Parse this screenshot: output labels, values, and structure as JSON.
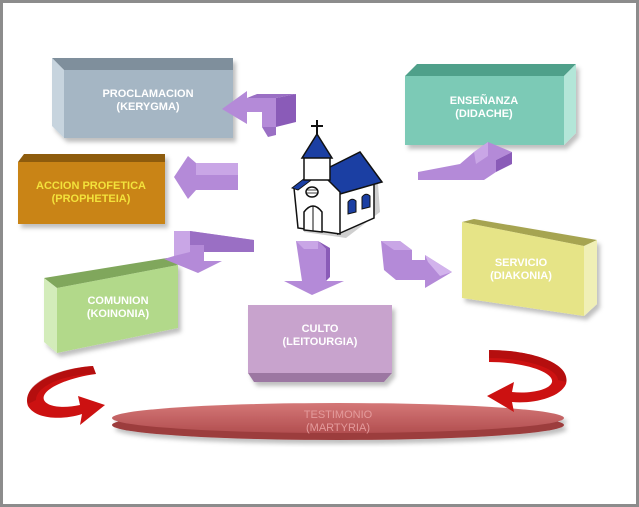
{
  "diagram": {
    "center_icon": "church-icon",
    "boxes": {
      "proclamacion": {
        "line1": "PROCLAMACION",
        "line2": "(KERYGMA)",
        "color": "#a5b6c4",
        "text_color": "#ffffff"
      },
      "ensenanza": {
        "line1": "ENSEÑANZA",
        "line2": "(DIDACHE)",
        "color": "#7ccab6",
        "text_color": "#ffffff"
      },
      "accion": {
        "line1": "ACCION PROFETICA",
        "line2": "(PROPHETEIA)",
        "color": "#c98418",
        "text_color": "#f3e23a"
      },
      "servicio": {
        "line1": "SERVICIO",
        "line2": "(DIAKONIA)",
        "color": "#e6e487",
        "text_color": "#ffffff"
      },
      "comunion": {
        "line1": "COMUNION",
        "line2": "(KOINONIA)",
        "color": "#b2d98a",
        "text_color": "#ffffff"
      },
      "culto": {
        "line1": "CULTO",
        "line2": "(LEITOURGIA)",
        "color": "#c8a3cd",
        "text_color": "#ffffff"
      },
      "testimonio": {
        "line1": "TESTIMONIO",
        "line2": "(MARTYRIA)",
        "color": "#c55f60",
        "text_color": "#e49b9c"
      }
    },
    "arrow_color": "#b48ad8",
    "curved_arrow_color": "#cc1111"
  }
}
